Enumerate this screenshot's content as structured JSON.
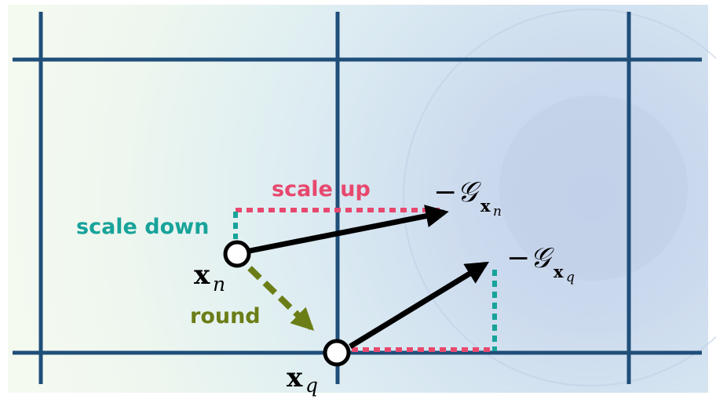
{
  "labels": {
    "scale_up": "scale up",
    "scale_down": "scale down",
    "round": "round",
    "xn_base": "x",
    "xn_sub": "n",
    "xq_base": "x",
    "xq_sub": "q",
    "grad_n_prefix": "−𝒢",
    "grad_n_sub_base": "x",
    "grad_n_sub_index": "n",
    "grad_q_prefix": "−𝒢",
    "grad_q_sub_base": "x",
    "grad_q_sub_index": "q"
  },
  "colors": {
    "grid": "#1f4e79",
    "scale_up": "#e8486e",
    "scale_down": "#17a39a",
    "round": "#6b7d16",
    "arrow": "#000000",
    "background_outer": "#f4faf0",
    "background_inner": "#c7d6ec"
  }
}
